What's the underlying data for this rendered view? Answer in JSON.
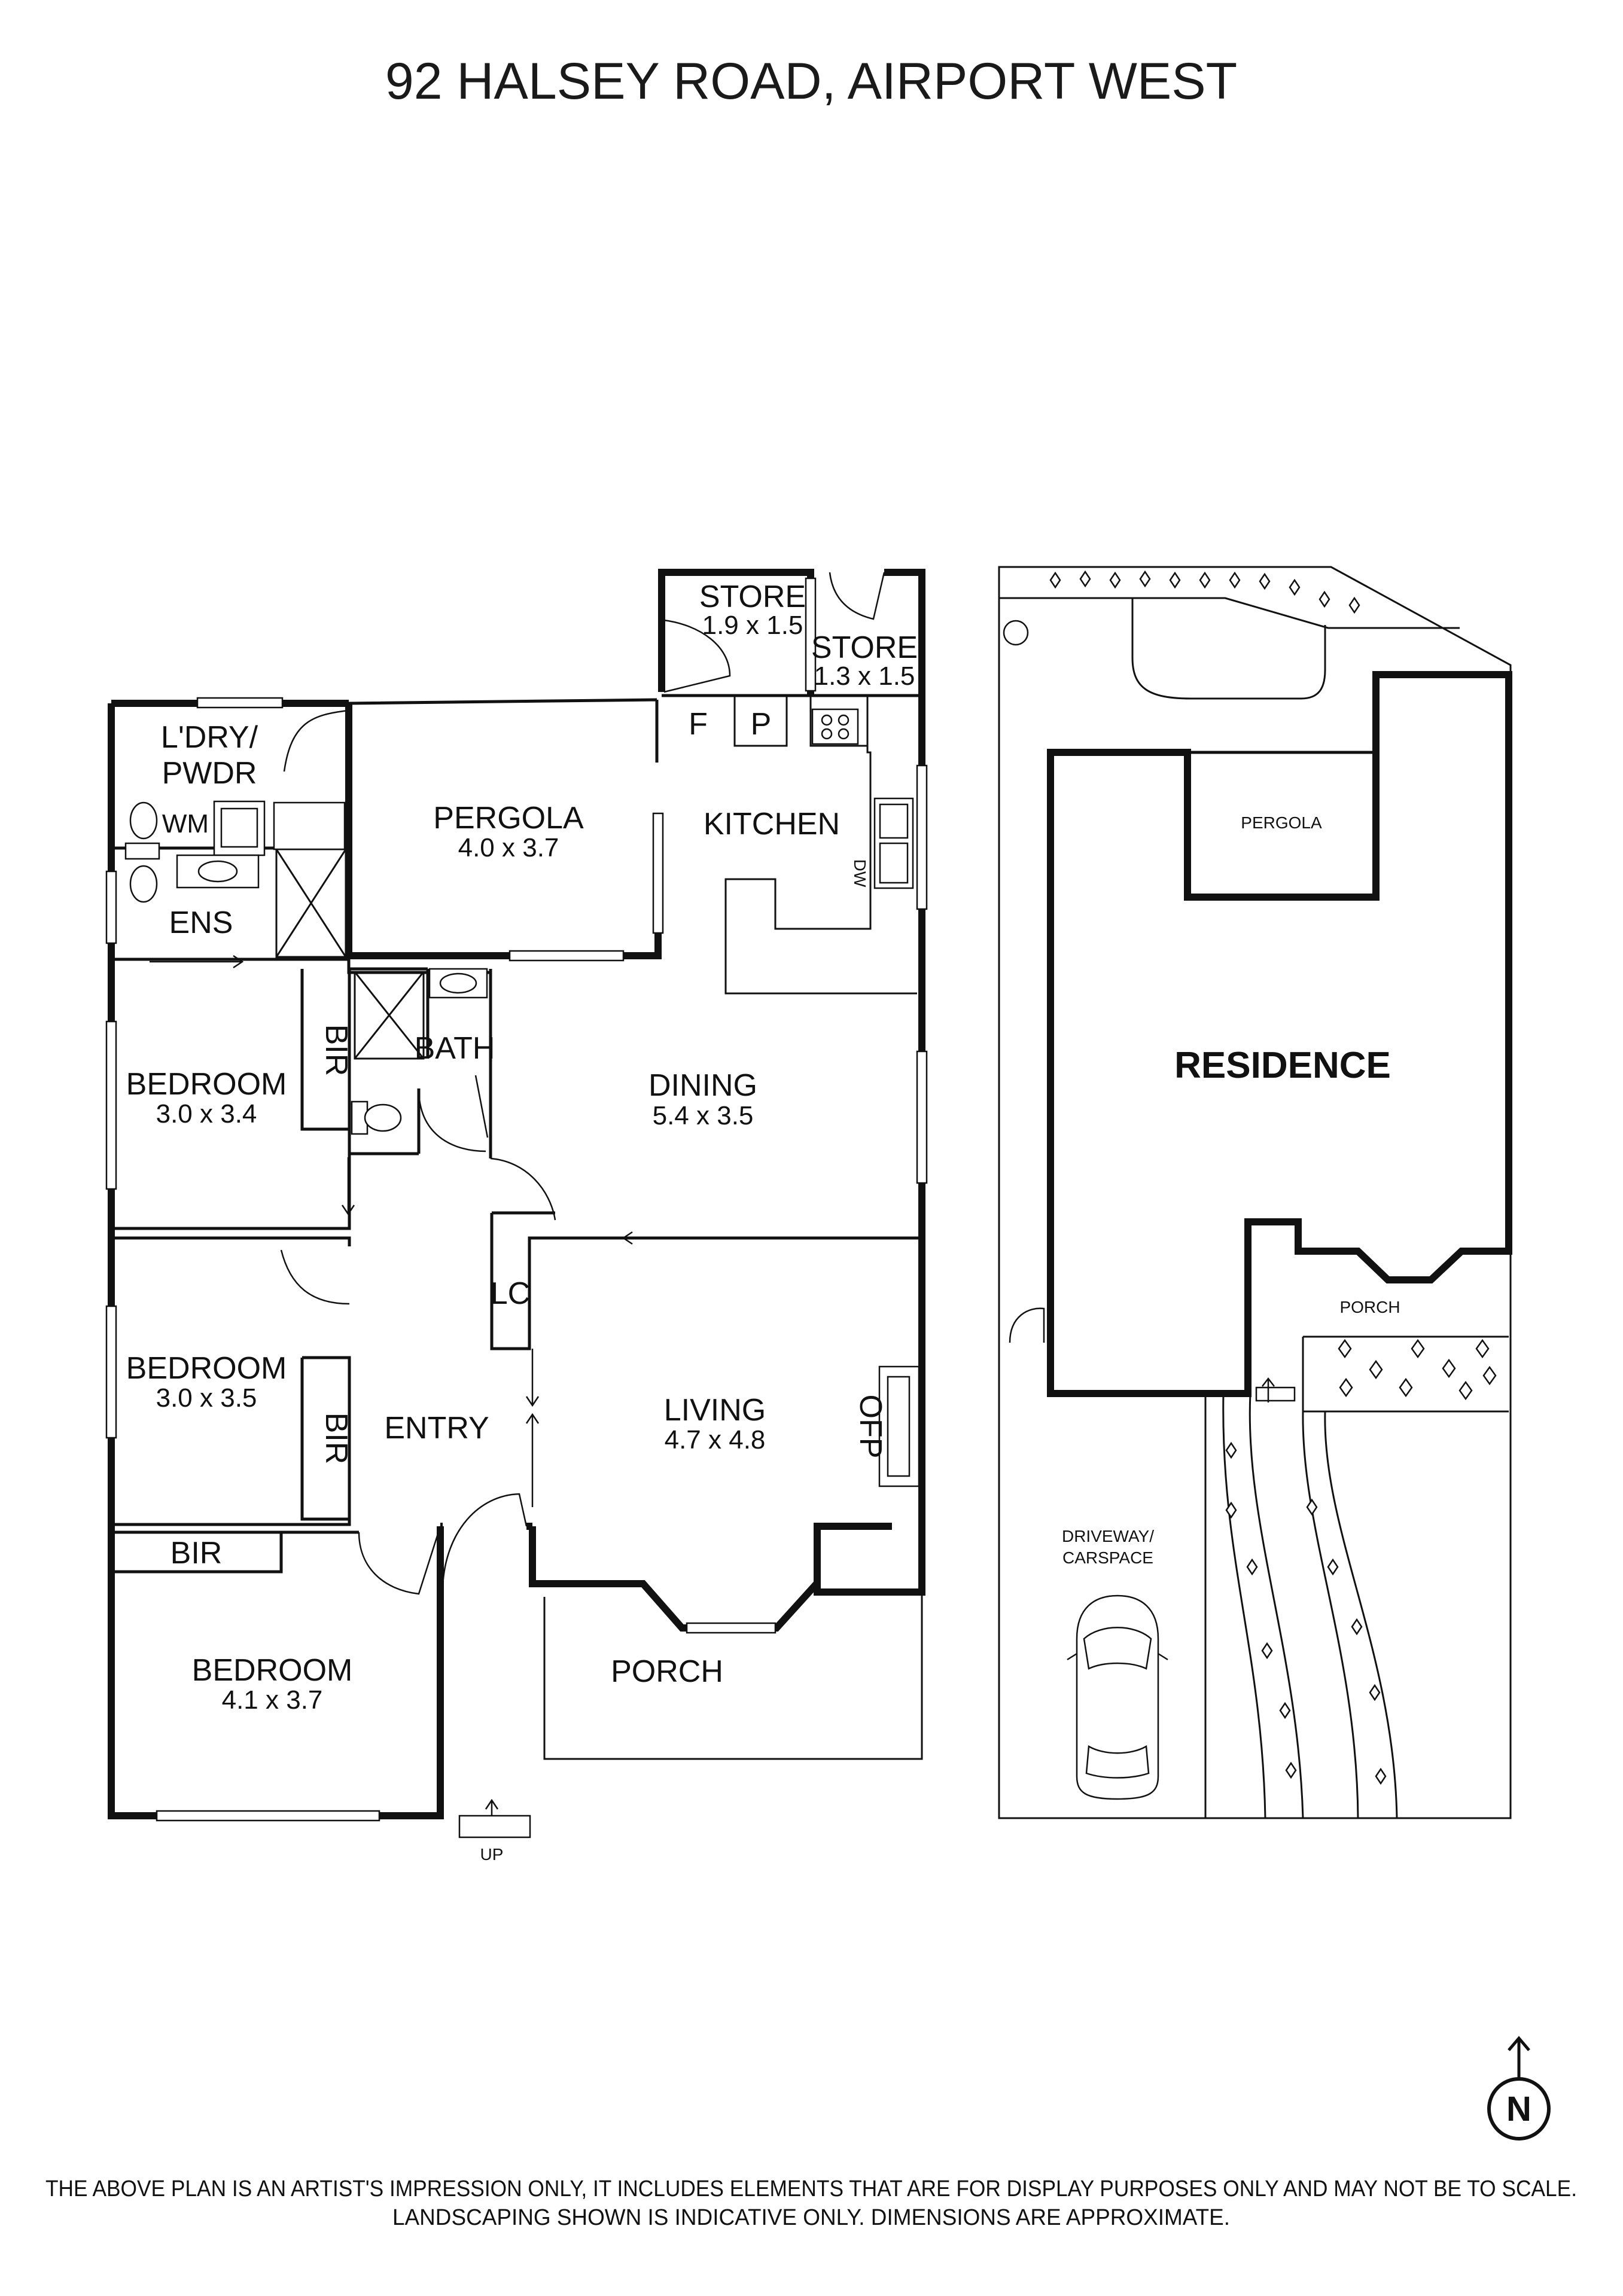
{
  "title": "92 HALSEY ROAD, AIRPORT WEST",
  "rooms": {
    "store1": {
      "name": "STORE",
      "dims": "1.9 x 1.5"
    },
    "store2": {
      "name": "STORE",
      "dims": "1.3 x 1.5"
    },
    "ldry": {
      "name_line1": "L'DRY/",
      "name_line2": "PWDR"
    },
    "wm": "WM",
    "f": "F",
    "p": "P",
    "pergola": {
      "name": "PERGOLA",
      "dims": "4.0 x 3.7"
    },
    "kitchen": {
      "name": "KITCHEN"
    },
    "dw": "DW",
    "ens": "ENS",
    "bir1": "BIR",
    "bath": "BATH",
    "bedroom1": {
      "name": "BEDROOM",
      "dims": "3.0 x 3.4"
    },
    "dining": {
      "name": "DINING",
      "dims": "5.4 x 3.5"
    },
    "lc": "LC",
    "bedroom2": {
      "name": "BEDROOM",
      "dims": "3.0 x 3.5"
    },
    "bir2": "BIR",
    "entry": "ENTRY",
    "living": {
      "name": "LIVING",
      "dims": "4.7 x 4.8"
    },
    "ofp": "OFP",
    "bir3": "BIR",
    "bedroom3": {
      "name": "BEDROOM",
      "dims": "4.1 x 3.7"
    },
    "porch": "PORCH",
    "up": "UP"
  },
  "site": {
    "pergola": "PERGOLA",
    "residence": "RESIDENCE",
    "porch": "PORCH",
    "driveway_line1": "DRIVEWAY/",
    "driveway_line2": "CARSPACE"
  },
  "compass": "N",
  "disclaimer": {
    "line1": "THE ABOVE PLAN IS AN ARTIST'S IMPRESSION ONLY, IT INCLUDES ELEMENTS THAT ARE FOR DISPLAY PURPOSES ONLY AND MAY NOT BE TO SCALE.",
    "line2": "LANDSCAPING SHOWN IS INDICATIVE ONLY. DIMENSIONS ARE APPROXIMATE."
  }
}
